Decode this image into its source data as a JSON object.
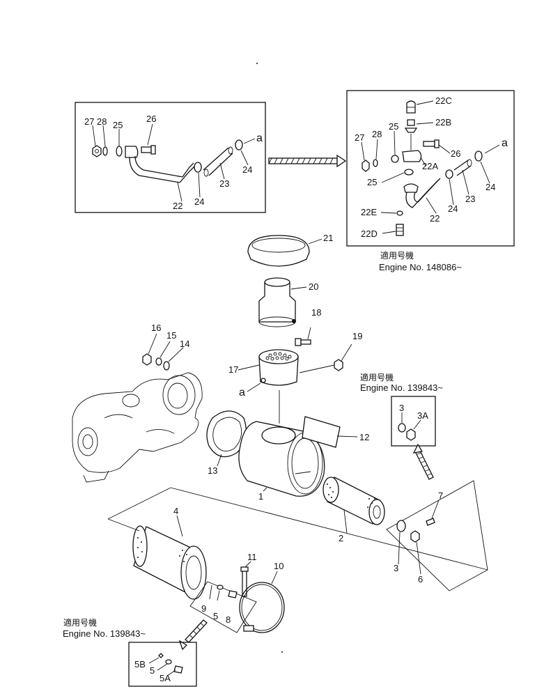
{
  "parts": {
    "p1": "1",
    "p2": "2",
    "p3": "3",
    "p3b": "3",
    "p3a": "3A",
    "p4": "4",
    "p5": "5",
    "p5b": "5",
    "p5a": "5A",
    "p5bb": "5B",
    "p6": "6",
    "p7": "7",
    "p8": "8",
    "p9": "9",
    "p10": "10",
    "p11": "11",
    "p12": "12",
    "p13": "13",
    "p14": "14",
    "p15": "15",
    "p16": "16",
    "p17": "17",
    "p18": "18",
    "p19": "19",
    "p20": "20",
    "p21": "21",
    "l_p22": "22",
    "l_p23": "23",
    "l_p24a": "24",
    "l_p24b": "24",
    "l_p25": "25",
    "l_p26": "26",
    "l_p27": "27",
    "l_p28": "28",
    "l_a": "a",
    "r_p22": "22",
    "r_p22a": "22A",
    "r_p22b": "22B",
    "r_p22c": "22C",
    "r_p22d": "22D",
    "r_p22e": "22E",
    "r_p23": "23",
    "r_p24a": "24",
    "r_p24b": "24",
    "r_p25a": "25",
    "r_p25b": "25",
    "r_p26": "26",
    "r_p27": "27",
    "r_p28": "28",
    "r_a": "a",
    "a_main": "a"
  },
  "notes": {
    "top_right": {
      "jp": "適用号機",
      "engine": "Engine  No. 148086~"
    },
    "mid_right": {
      "jp": "適用号機",
      "engine": "Engine  No. 139843~"
    },
    "bottom_left": {
      "jp": "適用号機",
      "engine": "Engine  No. 139843~"
    }
  }
}
